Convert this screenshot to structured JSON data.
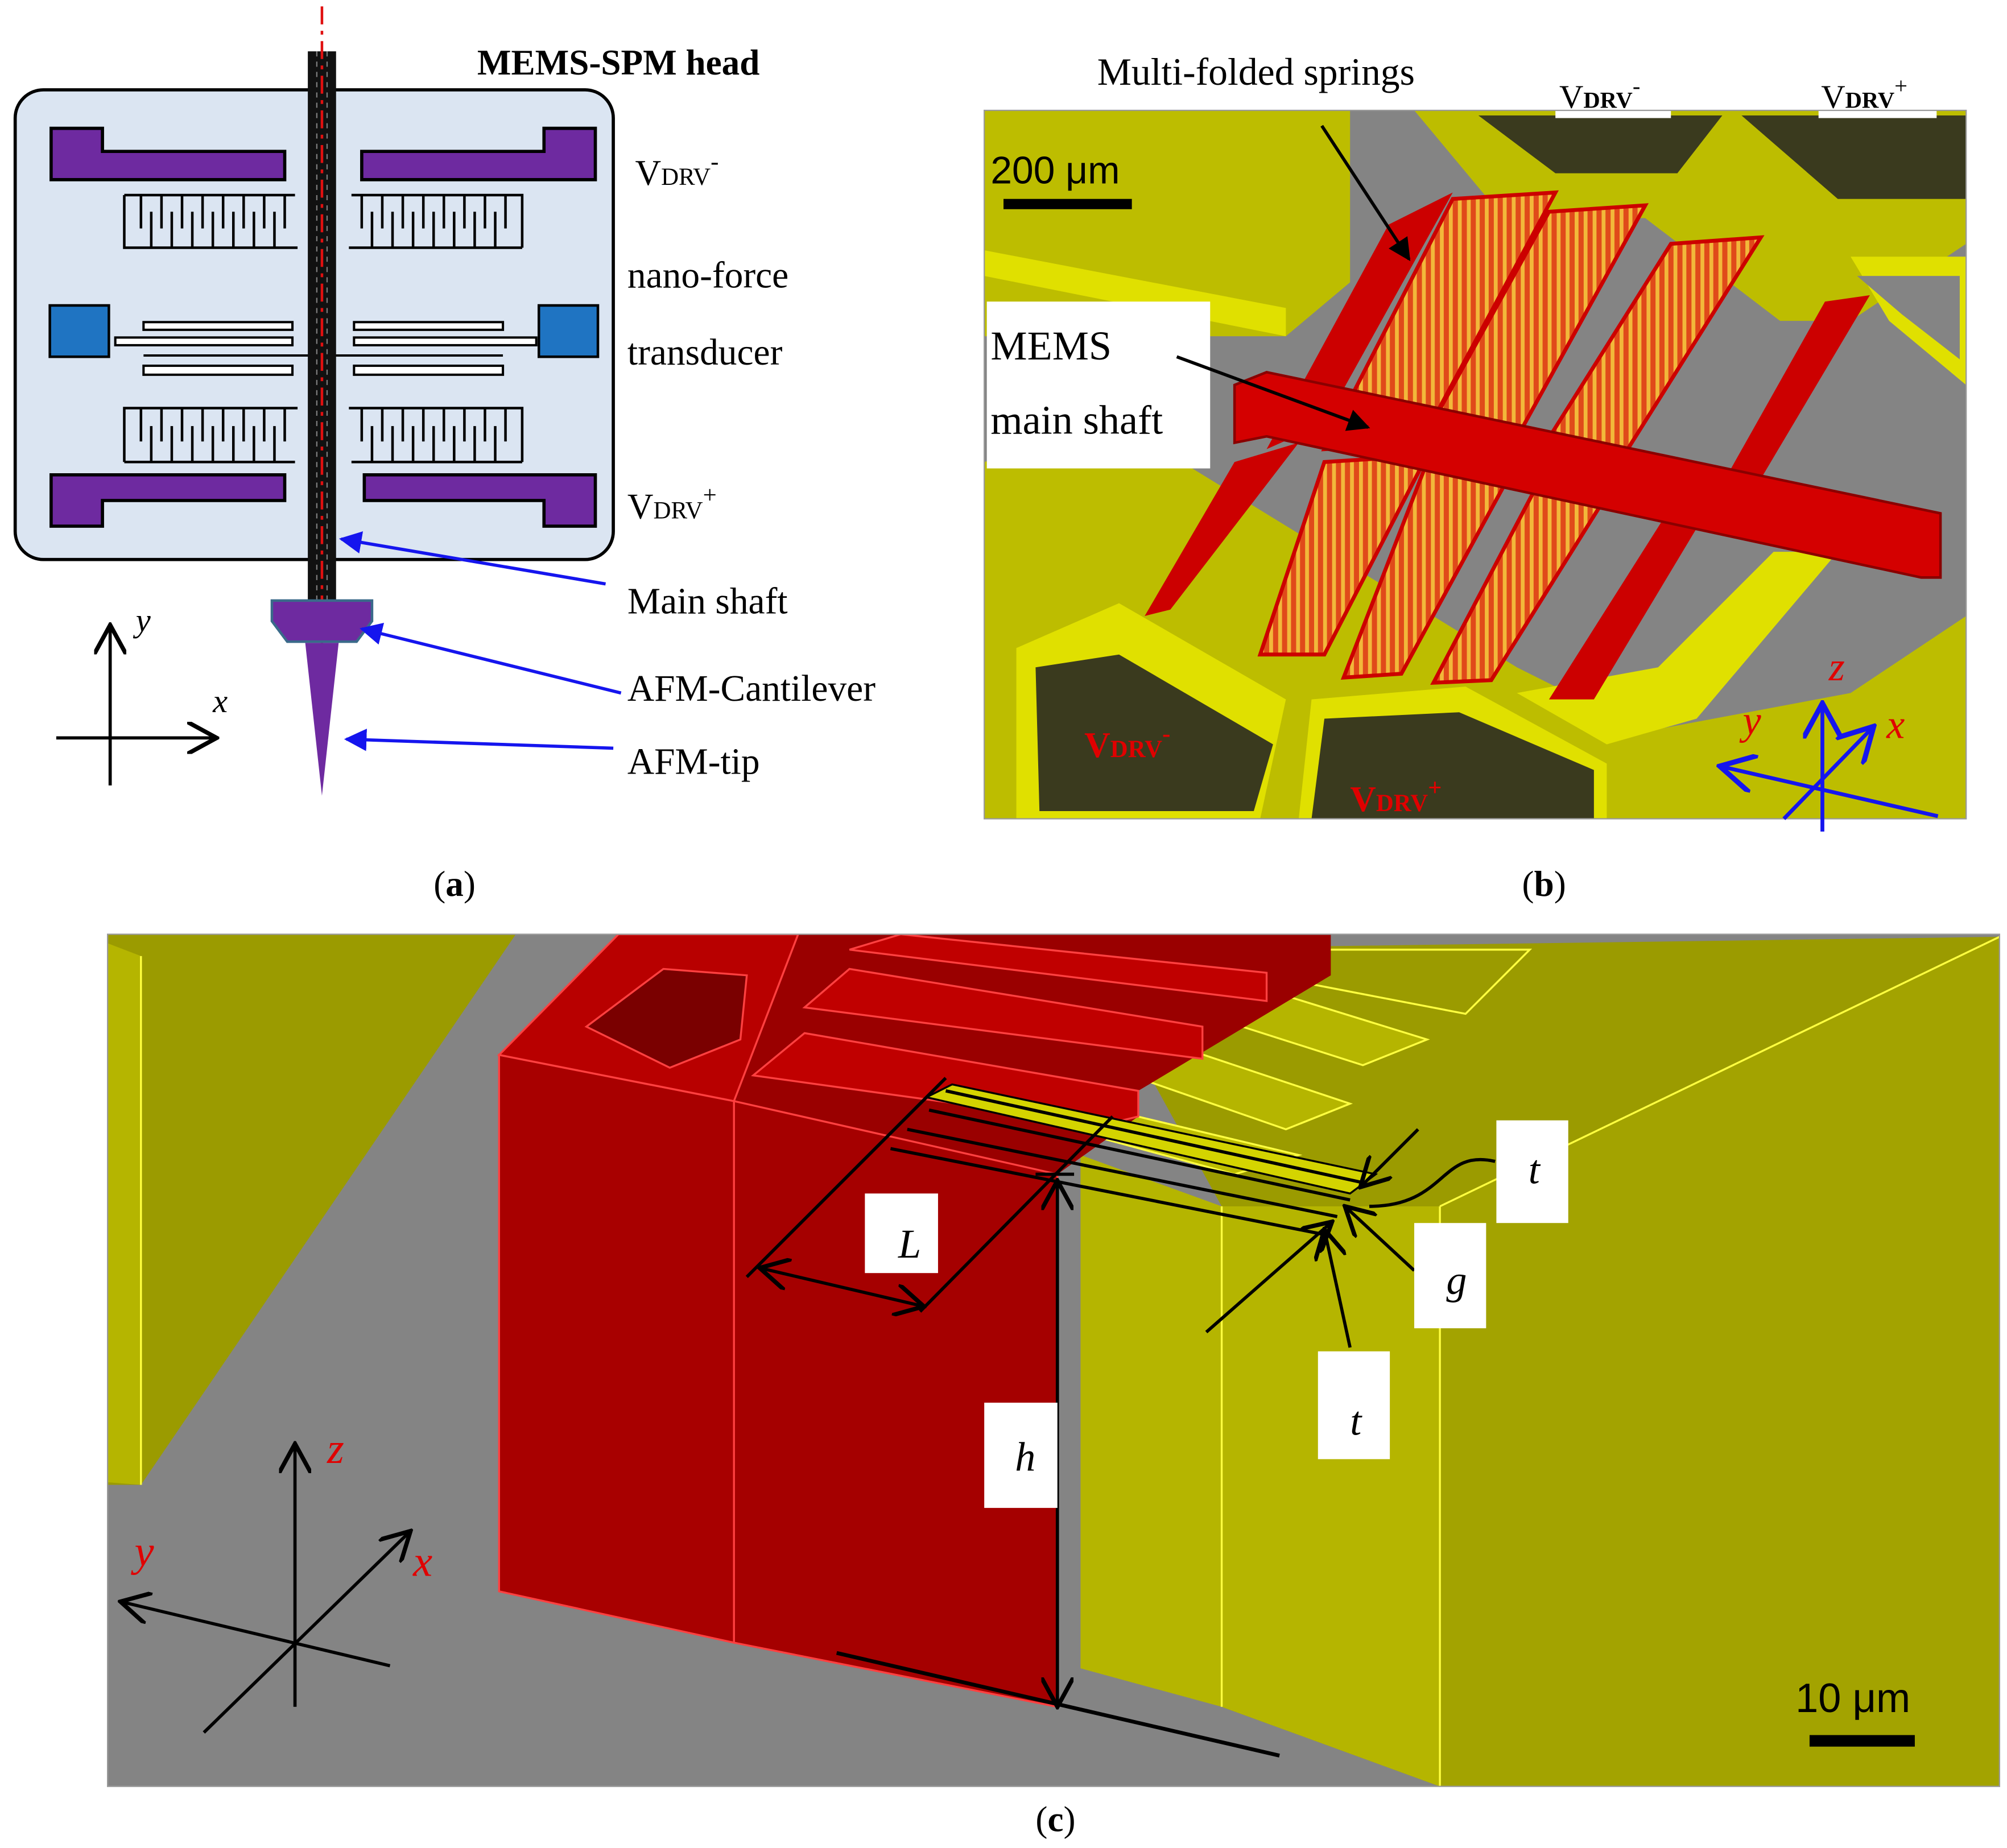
{
  "panel_a": {
    "caption": "a",
    "title": "MEMS-SPM head",
    "labels": {
      "vdrv_minus_main": "V",
      "vdrv_minus_sub": "DRV",
      "vdrv_minus_sign": "-",
      "nano_force_1": "nano-force",
      "nano_force_2": "transducer",
      "vdrv_plus_main": "V",
      "vdrv_plus_sub": "DRV",
      "vdrv_plus_sign": "+",
      "main_shaft": "Main shaft",
      "afm_cantilever": "AFM-Cantilever",
      "afm_tip": "AFM-tip"
    },
    "axes": {
      "x": "x",
      "y": "y"
    }
  },
  "panel_b": {
    "caption": "b",
    "labels": {
      "springs": "Multi-folded springs",
      "shaft_1": "MEMS",
      "shaft_2": "main shaft",
      "scale": "200 μm",
      "top_minus_main": "V",
      "top_minus_sub": "DRV",
      "top_minus_sign": "-",
      "top_plus_main": "V",
      "top_plus_sub": "DRV",
      "top_plus_sign": "+",
      "pad_minus_main": "V",
      "pad_minus_sub": "DRV",
      "pad_minus_sign": "-",
      "pad_plus_main": "V",
      "pad_plus_sub": "DRV",
      "pad_plus_sign": "+"
    },
    "axes": {
      "x": "x",
      "y": "y",
      "z": "z"
    }
  },
  "panel_c": {
    "caption": "c",
    "labels": {
      "L": "L",
      "h": "h",
      "t_top": "t",
      "g": "g",
      "t_bottom": "t",
      "scale": "10 μm"
    },
    "axes": {
      "x": "x",
      "y": "y",
      "z": "z"
    }
  },
  "colors": {
    "electrode_purple": "#6e2aa0",
    "transducer_blue": "#1f74c2",
    "head_fill": "#dbe5f2",
    "mems_yellow": "#bdbd00",
    "mems_red": "#d40000",
    "substrate_gray": "#848484",
    "pad_dark": "#3a3a1e",
    "arrow_blue": "#1515ee"
  }
}
